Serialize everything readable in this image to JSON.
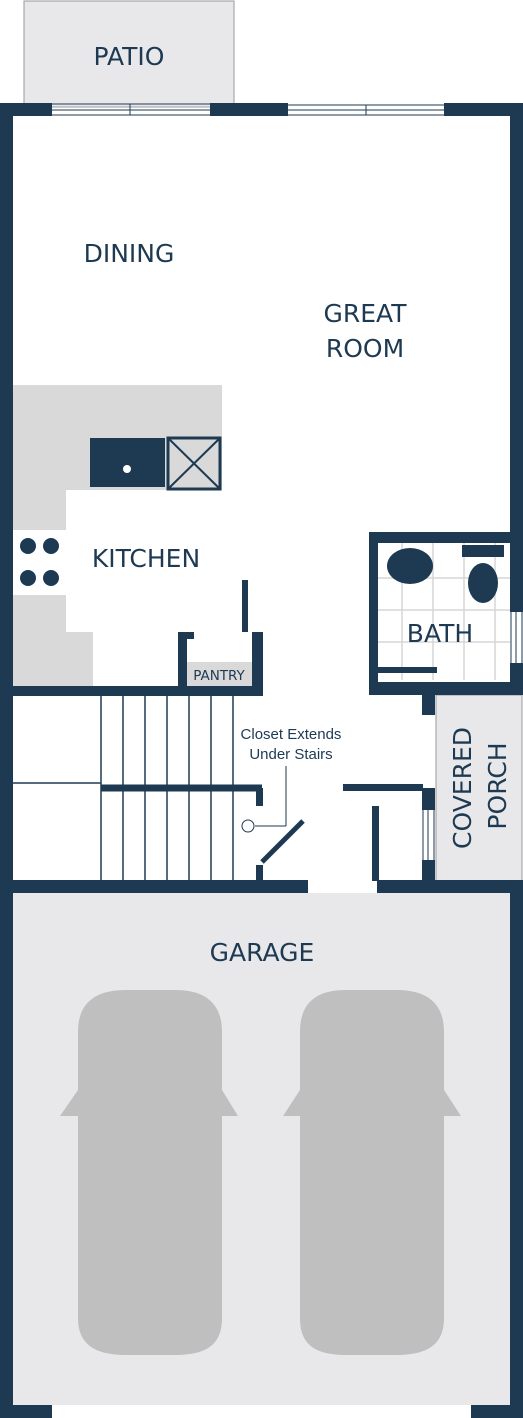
{
  "colors": {
    "wall": "#1e3a52",
    "floor": "#ffffff",
    "counter": "#d9d9da",
    "garage_floor": "#e8e8ea",
    "car": "#bfbfc0",
    "patio_floor": "#e8e8ea"
  },
  "rooms": {
    "patio": "PATIO",
    "dining": "DINING",
    "great_room_line1": "GREAT",
    "great_room_line2": "ROOM",
    "kitchen": "KITCHEN",
    "bath": "BATH",
    "pantry": "PANTRY",
    "covered_porch_line1": "COVERED",
    "covered_porch_line2": "PORCH",
    "garage": "GARAGE"
  },
  "notes": {
    "closet_line1": "Closet Extends",
    "closet_line2": "Under Stairs"
  },
  "icons": {
    "sink": "sink-icon",
    "refrigerator": "refrigerator-icon",
    "stove": "stove-icon",
    "bathtub": "bathtub-icon",
    "toilet": "toilet-icon",
    "car": "car-icon",
    "door_swing": "door-swing-icon"
  }
}
